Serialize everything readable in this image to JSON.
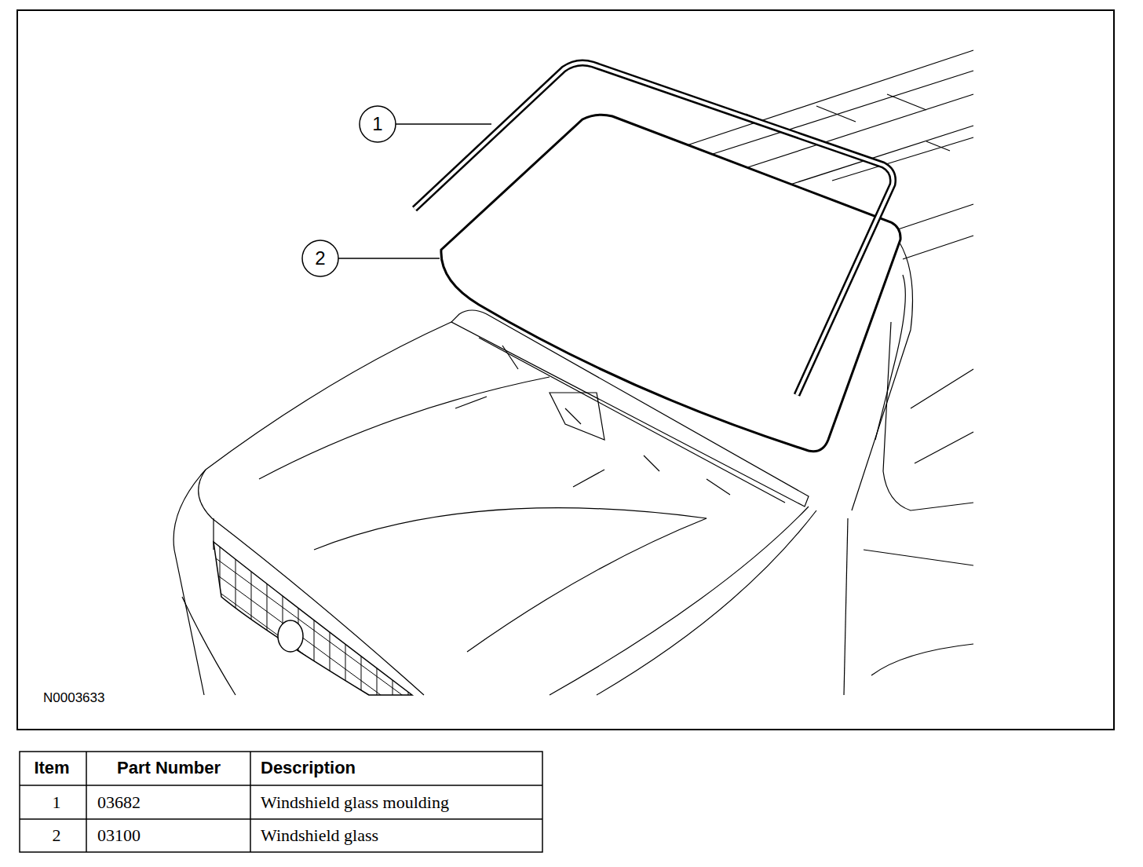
{
  "diagram": {
    "labels": [
      "1",
      "2",
      "N0003633",
      "Item",
      "Part Number",
      "Description",
      "1",
      "03682",
      "Windshield glass moulding",
      "2",
      "03100",
      "Windshield glass"
    ]
  }
}
